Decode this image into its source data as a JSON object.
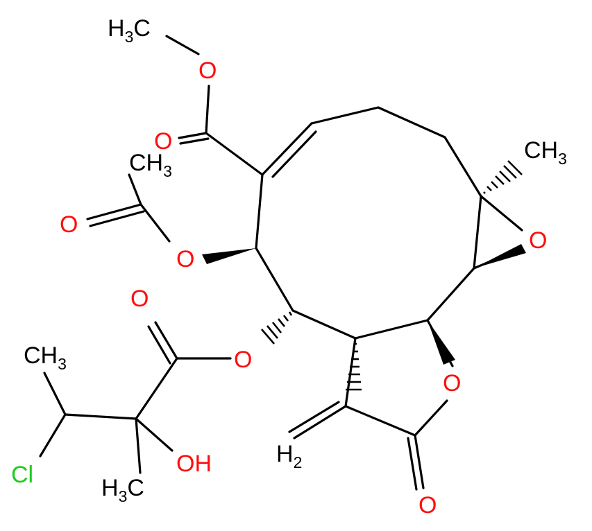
{
  "colors": {
    "bond": "#000000",
    "carbon": "#000000",
    "oxygen": "#ff0d0d",
    "chlorine": "#1fcc1f"
  },
  "labels": {
    "methyl_ester_ch3": "H",
    "methyl_ester_ch3_sub": "3",
    "methyl_ester_ch3_c": "C",
    "ester_ether_o": "O",
    "ester_carbonyl_o": "O",
    "ring_methyl": "CH",
    "ring_methyl_sub": "3",
    "acetyl_ch3": "CH",
    "acetyl_ch3_sub": "3",
    "acetyl_carbonyl_o": "O",
    "acetoxy_o": "O",
    "epoxide_o": "O",
    "butanoyl_carbonyl_o": "O",
    "butanoyl_ester_o": "O",
    "chain_ch3": "CH",
    "chain_ch3_sub": "3",
    "hydroxyl": "HO",
    "hydroxyl_order": "OH",
    "chlorine": "Cl",
    "quaternary_ch3_h": "H",
    "quaternary_ch3_sub": "3",
    "quaternary_ch3_c": "C",
    "lactone_ring_o": "O",
    "lactone_carbonyl_o": "O",
    "methylene": "H",
    "methylene_sub": "2"
  }
}
